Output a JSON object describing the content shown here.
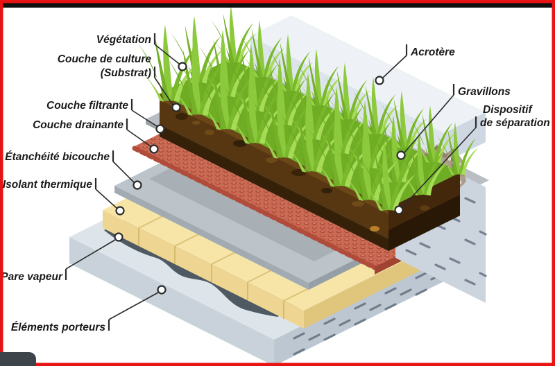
{
  "labels": {
    "vegetation": "Végétation",
    "culture_line1": "Couche de culture",
    "culture_line2": "(Substrat)",
    "filtrante": "Couche filtrante",
    "drainante": "Couche drainante",
    "etancheite": "Étanchéité bicouche",
    "isolant": "Isolant thermique",
    "pare_vapeur": "Pare vapeur",
    "elements_porteurs": "Éléments porteurs",
    "acrotere": "Acrotère",
    "gravillons": "Gravillons",
    "dispositif_line1": "Dispositif",
    "dispositif_line2": "de séparation"
  },
  "colors": {
    "border_red": "#e81414",
    "top_bar_black": "#0f0f0f",
    "grass_base": "#6fae24",
    "soil": "#573711",
    "filter_layer": "#b8bec3",
    "drainage_red": "#c96a55",
    "waterproofing_gray": "#bcc3c9",
    "insulation_yellow": "#f7e5a8",
    "vapor_barrier_dark": "#4e5962",
    "concrete_slab": "#dde4ea",
    "parapet_coping": "#dde4ec",
    "wall_face": "#ccd5de",
    "gravel_tan": "#ab9d89"
  }
}
